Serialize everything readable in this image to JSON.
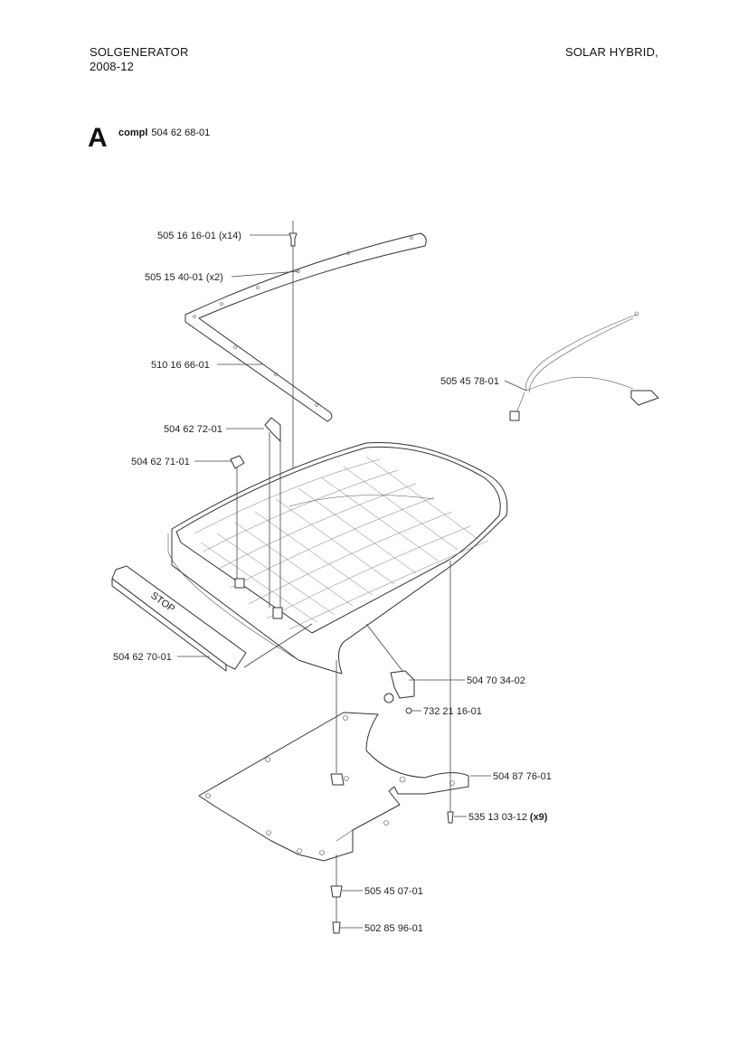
{
  "header": {
    "left_title": "SOLGENERATOR",
    "left_date": "2008-12",
    "right_title": "SOLAR HYBRID,"
  },
  "section": {
    "letter": "A",
    "compl_word": "compl",
    "compl_number": "504 62 68-01"
  },
  "labels": {
    "p1": "505 16 16-01 (x14)",
    "p2": "505 15 40-01 (x2)",
    "p3": "510 16 66-01",
    "p4": "505 45 78-01",
    "p5": "504 62 72-01",
    "p6": "504 62 71-01",
    "p7": "504 62 70-01",
    "p8": "504 70 34-02",
    "p9": "732 21 16-01",
    "p10": "504 87 76-01",
    "p11_num": "535 13 03-12",
    "p11_qty": "(x9)",
    "p12": "505 45 07-01",
    "p13": "502 85 96-01",
    "stop_text": "STOP"
  }
}
